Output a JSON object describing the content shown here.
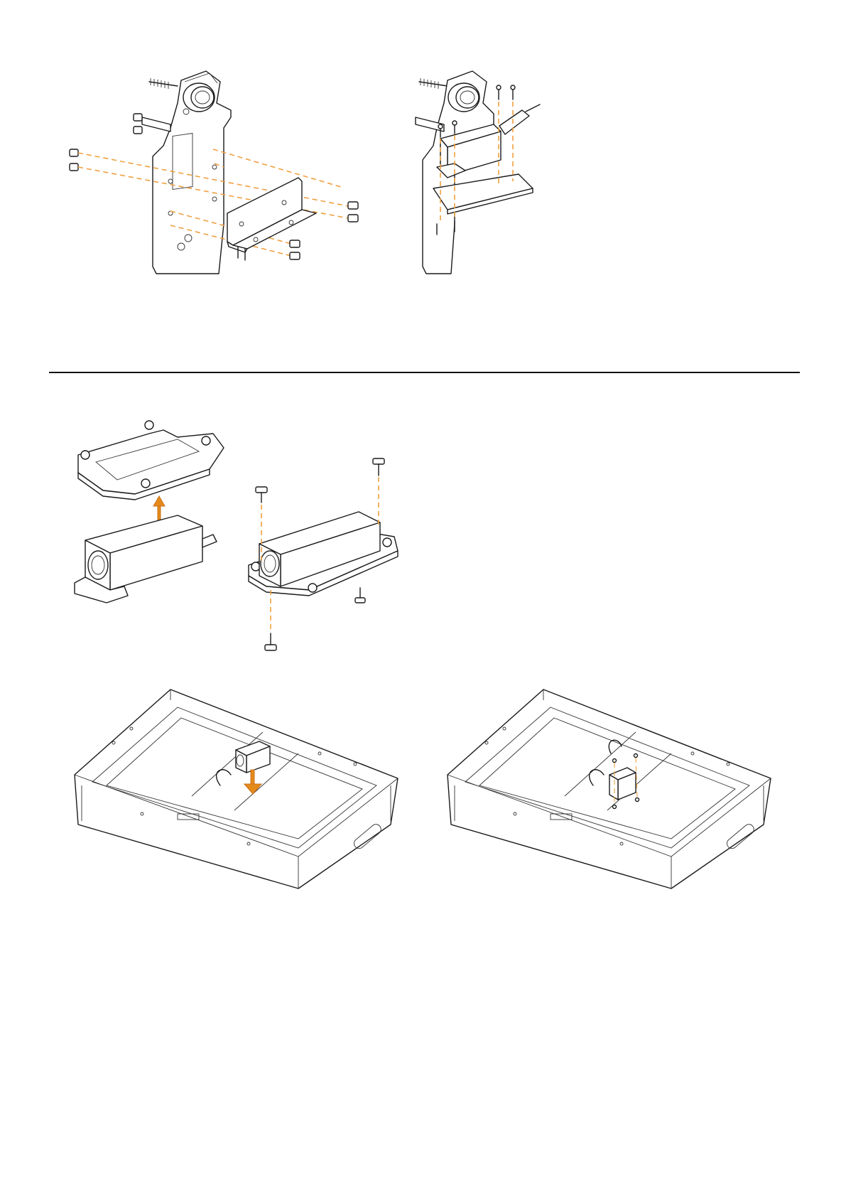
{
  "page": {
    "background": "#ffffff"
  },
  "colors": {
    "line": "#1a1a1a",
    "dashed_guide": "#f0a040",
    "arrow": "#e58a1a"
  },
  "figures": [
    {
      "id": "fig-1",
      "subject": "bracket-to-plate-mounting",
      "icons": [
        "plate",
        "l-bracket",
        "bolts",
        "nuts"
      ]
    },
    {
      "id": "fig-2",
      "subject": "device-mounted-to-bracket",
      "icons": [
        "plate",
        "device-box",
        "screws",
        "cable-gland"
      ]
    },
    {
      "id": "fig-3",
      "subject": "device-lifted-from-adapter-plate",
      "icons": [
        "adapter-plate",
        "device-box",
        "up-arrow"
      ]
    },
    {
      "id": "fig-4",
      "subject": "device-fastened-to-adapter-plate",
      "icons": [
        "device-box",
        "adapter-plate",
        "screws"
      ]
    },
    {
      "id": "fig-5",
      "subject": "device-lowered-into-frame",
      "icons": [
        "frame",
        "device-box",
        "down-arrow"
      ]
    },
    {
      "id": "fig-6",
      "subject": "device-installed-in-frame",
      "icons": [
        "frame",
        "device-box",
        "screws"
      ]
    }
  ]
}
